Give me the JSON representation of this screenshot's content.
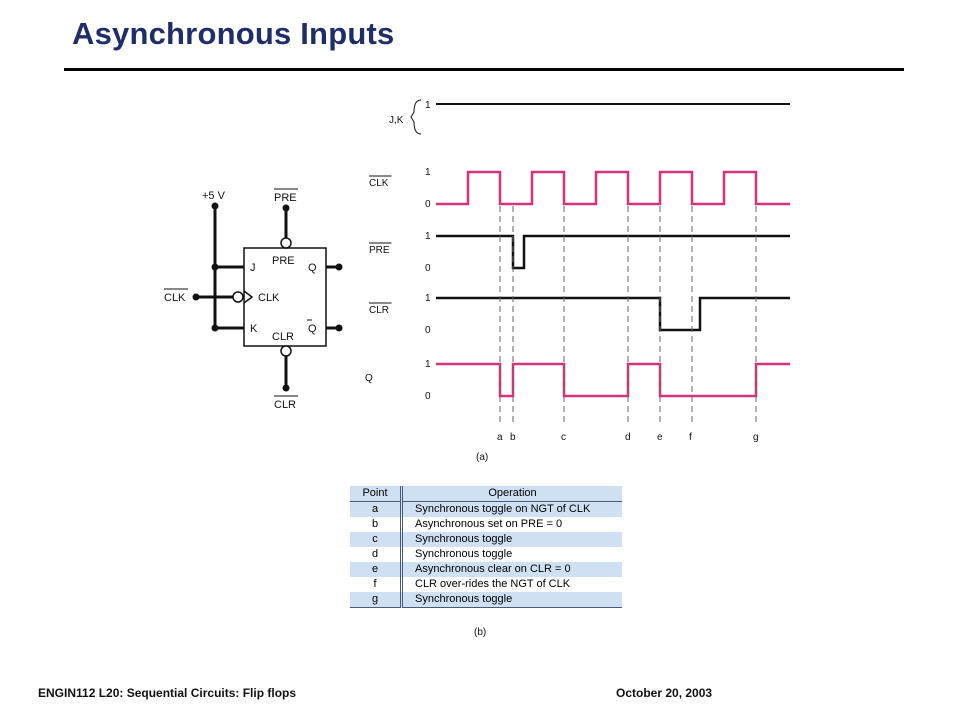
{
  "slide": {
    "title": "Asynchronous Inputs",
    "footer_left": "ENGIN112  L20: Sequential Circuits: Flip flops",
    "footer_right": "October 20, 2003"
  },
  "circuit": {
    "supply_label": "+5 V",
    "pre_label": "PRE",
    "clr_label": "CLR",
    "clk_input_label": "CLK",
    "pin_j": "J",
    "pin_k": "K",
    "pin_clk": "CLK",
    "pin_pre": "PRE",
    "pin_clr": "CLR",
    "pin_q": "Q",
    "pin_qbar": "Q"
  },
  "timing": {
    "caption": "(a)",
    "jk_label": "J,K",
    "signals": [
      {
        "name": "CLK",
        "overbar": true,
        "high": "1",
        "low": "0",
        "color": "#d6337a"
      },
      {
        "name": "PRE",
        "overbar": true,
        "high": "1",
        "low": "0",
        "color": "#111111"
      },
      {
        "name": "CLR",
        "overbar": true,
        "high": "1",
        "low": "0",
        "color": "#111111"
      },
      {
        "name": "Q",
        "overbar": false,
        "high": "1",
        "low": "0",
        "color": "#d6337a"
      }
    ],
    "jk_level": "1",
    "points": [
      "a",
      "b",
      "c",
      "d",
      "e",
      "f",
      "g"
    ]
  },
  "table": {
    "caption": "(b)",
    "headers": [
      "Point",
      "Operation"
    ],
    "rows": [
      {
        "point": "a",
        "operation": "Synchronous toggle on NGT of CLK"
      },
      {
        "point": "b",
        "operation": "Asynchronous set on PRE = 0"
      },
      {
        "point": "c",
        "operation": "Synchronous toggle"
      },
      {
        "point": "d",
        "operation": "Synchronous toggle"
      },
      {
        "point": "e",
        "operation": "Asynchronous clear on CLR = 0"
      },
      {
        "point": "f",
        "operation": "CLR over-rides the NGT of CLK"
      },
      {
        "point": "g",
        "operation": "Synchronous toggle"
      }
    ]
  }
}
